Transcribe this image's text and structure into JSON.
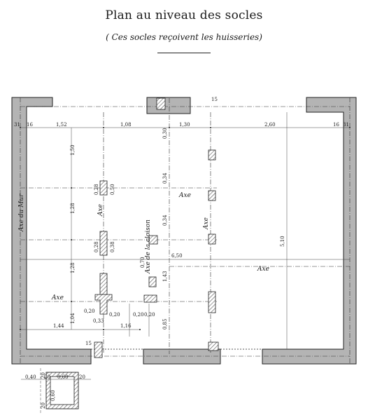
{
  "header": {
    "title": "Plan au niveau des socles",
    "subtitle": "( Ces socles reçoivent les huisseries)"
  },
  "colors": {
    "ink": "#1a1a1a",
    "wall_fill": "#b4b4b4",
    "hatch": "#555555"
  },
  "plan": {
    "axis_labels": {
      "mur": "Axe du Mur",
      "cloison": "Axe de la cloison",
      "axe": "Axe"
    },
    "dimensions": {
      "top_row": [
        "1,52",
        "1,08",
        "1,30",
        "2,60"
      ],
      "wall_small": [
        "31",
        "16",
        "16",
        "31",
        "15",
        "15"
      ],
      "left_column": [
        "1,50",
        "1,28",
        "1,28",
        "1,04"
      ],
      "cloison_column": [
        "0,30",
        "0,34",
        "0,34",
        "0,70",
        "1,43",
        "0,85"
      ],
      "total_width": "6,50",
      "total_height": "5,10",
      "bottom_row": [
        "1,44",
        "1,16"
      ],
      "detail_socle": [
        "0,20",
        "0,20",
        "0,33",
        "0,20",
        "0,20",
        "0,28",
        "0,28",
        "0,50",
        "0,38"
      ],
      "inset": [
        "0,40",
        "20",
        "0,60",
        "20",
        "0,60",
        "20",
        "20"
      ]
    }
  }
}
